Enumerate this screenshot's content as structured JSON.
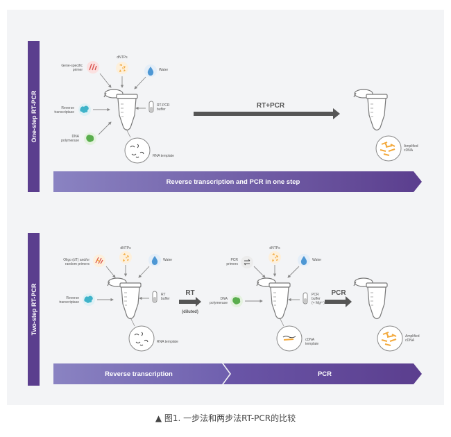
{
  "one_step": {
    "title": "One-step RT-PCR",
    "labels": {
      "primer_1": "Gene-specific",
      "primer_2": "primer",
      "dntps": "dNTPs",
      "water": "Water",
      "rt_1": "Reverse",
      "rt_2": "transcriptase",
      "buffer_1": "RT-PCR",
      "buffer_2": "buffer",
      "poly_1": "DNA",
      "poly_2": "polymerase",
      "rna": "RNA template",
      "amp_1": "Amplified",
      "amp_2": "cDNA"
    },
    "arrow_label": "RT+PCR",
    "banner": "Reverse transcription and PCR in one step"
  },
  "two_step": {
    "title": "Two-step RT-PCR",
    "labels": {
      "primer_1": "Oligo (dT) and/or",
      "primer_2": "random primers",
      "dntps_a": "dNTPs",
      "water_a": "Water",
      "rt_1": "Reverse",
      "rt_2": "transcriptase",
      "buffer_a_1": "RT",
      "buffer_a_2": "buffer",
      "rna": "RNA template",
      "pcr_primers_1": "PCR",
      "pcr_primers_2": "primers",
      "dntps_b": "dNTPs",
      "water_b": "Water",
      "poly_1": "DNA",
      "poly_2": "polymerase",
      "buffer_b_1": "PCR",
      "buffer_b_2": "buffer",
      "buffer_b_3": "(+ Mg²⁺)",
      "cdna_1": "cDNA",
      "cdna_2": "template",
      "amp_1": "Amplified",
      "amp_2": "cDNA"
    },
    "rt_label": "RT",
    "rt_sub": "(diluted)",
    "pcr_label": "PCR",
    "banner_left": "Reverse transcription",
    "banner_right": "PCR"
  },
  "caption": "▲ 图1. 一步法和两步法RT-PCR的比较",
  "colors": {
    "purple_dark": "#5b3e8e",
    "purple_light": "#8a83c2",
    "orange": "#f3a93c",
    "teal": "#3fb3c9",
    "green": "#5aae4e",
    "red": "#d9534f",
    "water_blue": "#4d97d4"
  }
}
